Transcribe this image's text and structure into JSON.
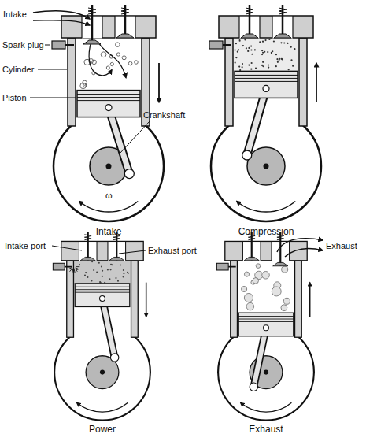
{
  "diagram": {
    "labels": [
      "Intake",
      "Spark plug",
      "Cylinder",
      "Piston",
      "Crankshaft",
      "ω",
      "Intake",
      "Compression",
      "Intake port",
      "Exhaust port",
      "Exhaust",
      "Power",
      "Exhaust"
    ]
  }
}
